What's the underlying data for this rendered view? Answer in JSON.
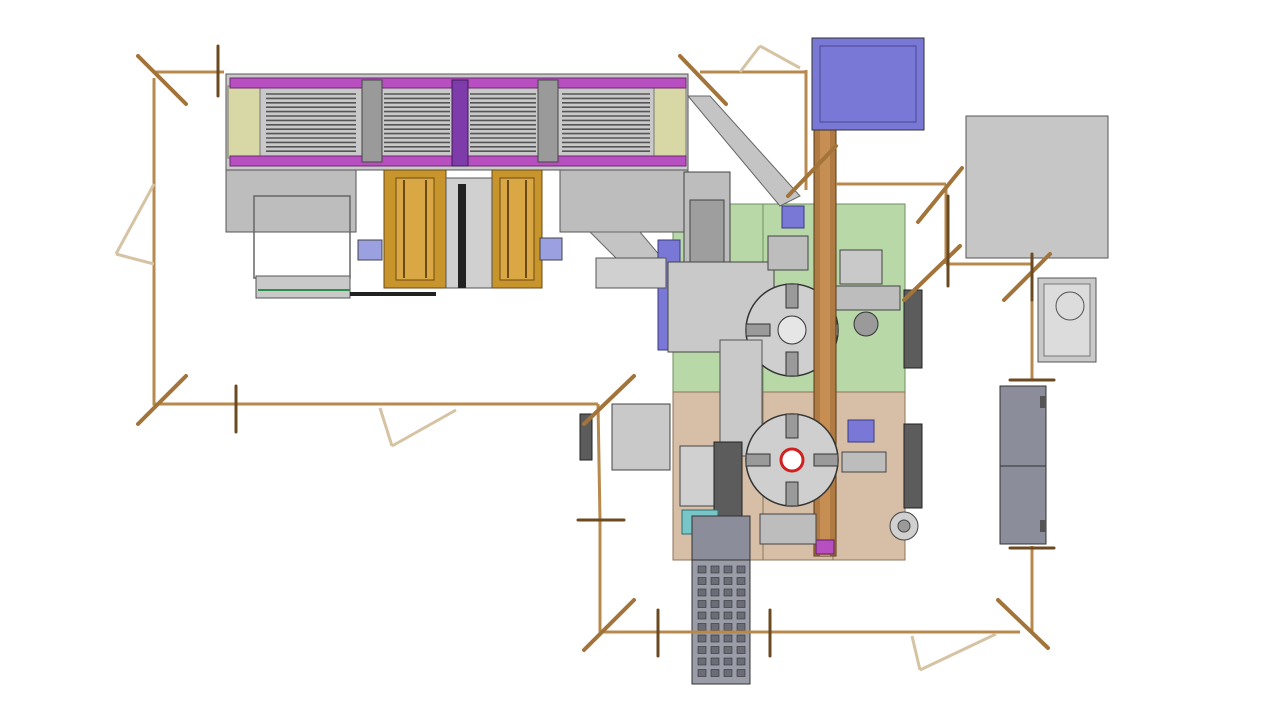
{
  "view": {
    "title": "",
    "background": "#ffffff"
  },
  "colors": {
    "fence_post": "#a3743a",
    "fence_rail": "#b8894d",
    "fence_dark": "#6b4a22",
    "frame_gray": "#bdbdbd",
    "frame_dark": "#5c5c5c",
    "plate_gray": "#c9c9c9",
    "magenta": "#b84fc0",
    "purple": "#7e3cab",
    "blue_panel": "#7a78d6",
    "blue_light": "#9aa0e0",
    "green_zone": "#b8d8a8",
    "tan_zone": "#d6bfa6",
    "gold": "#c8952c",
    "olive": "#d7d8a6",
    "teal": "#78c6c8",
    "red": "#d02020",
    "cabinet": "#8b8e9a",
    "bronze": "#b07b43"
  },
  "components": [
    {
      "name": "conveyor-magazine-top",
      "kind": "magazine"
    },
    {
      "name": "lift-station-left",
      "kind": "lift"
    },
    {
      "name": "lift-station-right",
      "kind": "lift"
    },
    {
      "name": "rotary-table-upper",
      "kind": "rotary-table"
    },
    {
      "name": "rotary-table-lower",
      "kind": "rotary-table"
    },
    {
      "name": "vertical-conveyor",
      "kind": "conveyor"
    },
    {
      "name": "tray-conveyor-bottom",
      "kind": "conveyor"
    },
    {
      "name": "control-cabinet-right",
      "kind": "cabinet"
    },
    {
      "name": "blue-panel-top-right",
      "kind": "panel"
    },
    {
      "name": "gray-panel-right",
      "kind": "panel"
    },
    {
      "name": "round-device-panel",
      "kind": "panel"
    },
    {
      "name": "safety-fence",
      "kind": "fence"
    },
    {
      "name": "fence-door-left",
      "kind": "door"
    },
    {
      "name": "fence-door-bottom-left",
      "kind": "door"
    },
    {
      "name": "fence-door-bottom-right",
      "kind": "door"
    }
  ]
}
